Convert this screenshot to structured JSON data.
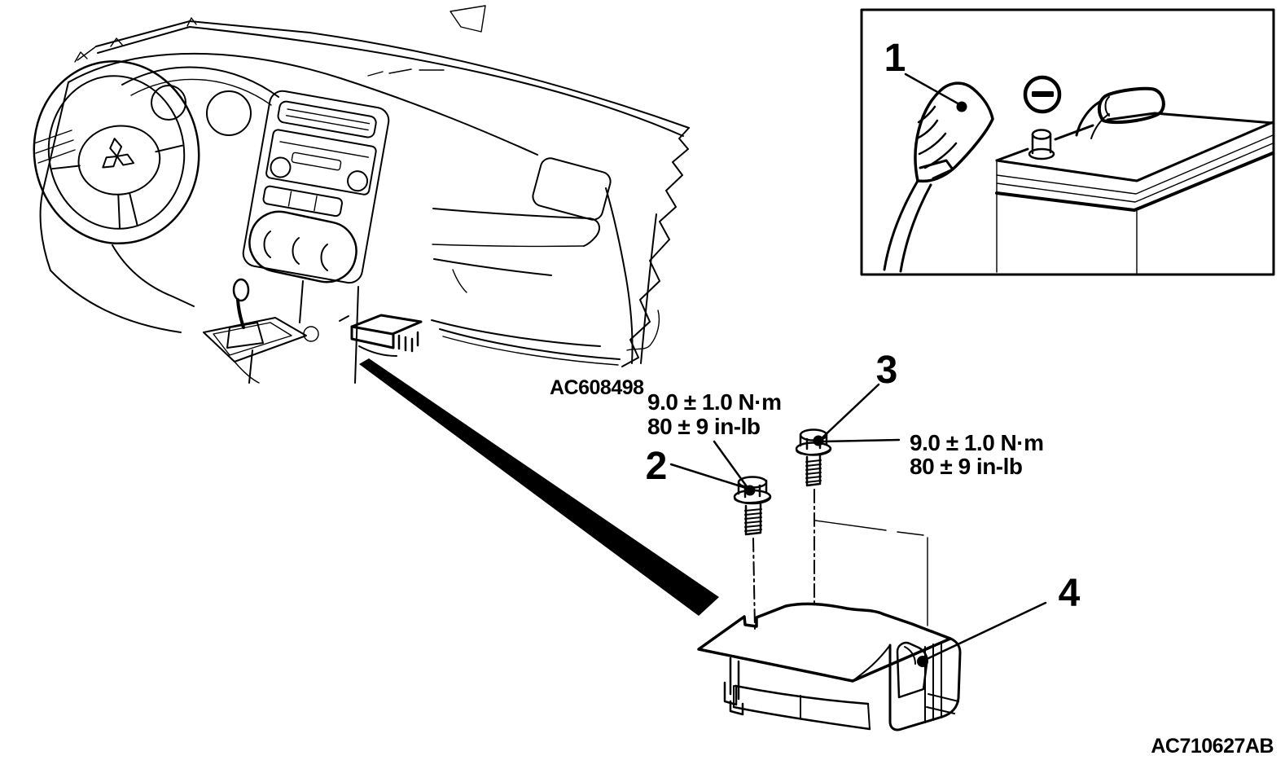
{
  "canvas": {
    "ink": "#000000",
    "paper": "#ffffff"
  },
  "callouts": {
    "c1": "1",
    "c2": "2",
    "c3": "3",
    "c4": "4"
  },
  "torque_bolt2": {
    "metric": "9.0 ± 1.0 N·m",
    "imperial": "80 ± 9 in-lb"
  },
  "torque_bolt3": {
    "metric": "9.0 ± 1.0 N·m",
    "imperial": "80 ± 9 in-lb"
  },
  "figure_codes": {
    "dashboard_view": "AC608498",
    "sheet": "AC710627AB"
  },
  "icons": {
    "negative_terminal_symbol": "−",
    "steering_wheel_emblem": "mitsubishi-tri-diamond"
  }
}
